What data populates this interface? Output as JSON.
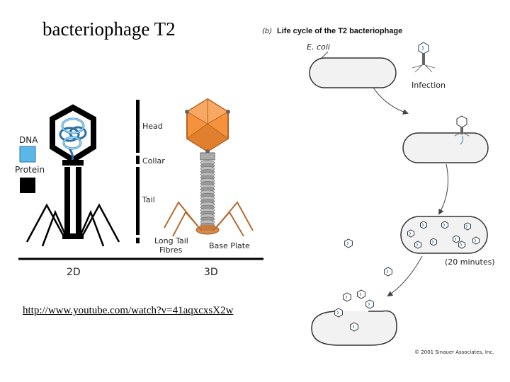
{
  "slide": {
    "title": "bacteriophage T2",
    "link": "http://www.youtube.com/watch?v=41aqxcxsX2w"
  },
  "structure": {
    "legend_dna": "DNA",
    "legend_protein": "Protein",
    "label_head": "Head",
    "label_collar": "Collar",
    "label_tail": "Tail",
    "label_long_tail_fibres": "Long Tail\nFibres",
    "label_base_plate": "Base Plate",
    "label_2d": "2D",
    "label_3d": "3D"
  },
  "life_cycle": {
    "panel": "(b)",
    "title": "Life cycle of the T2 bacteriophage",
    "host": "E. coli",
    "step_infection": "Infection",
    "step_time": "(20 minutes)",
    "copyright": "© 2001 Sinauer Associates, Inc."
  },
  "colors": {
    "dna": "#5bb8e6",
    "protein": "#000000",
    "capsid_3d": "#f5923e",
    "cell_fill": "#f2f2f2"
  }
}
